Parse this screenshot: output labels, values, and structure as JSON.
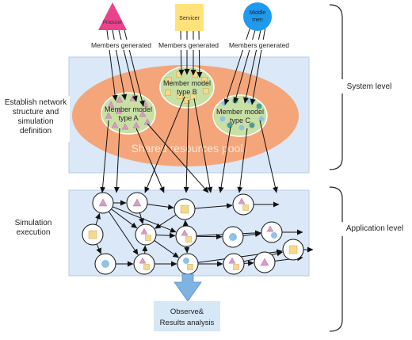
{
  "roles": {
    "producer": {
      "label": "Producer",
      "color": "#e9438c"
    },
    "servicer": {
      "label": "Servicer",
      "color": "#ffe27a"
    },
    "middlemen": {
      "line1": "Middle",
      "line2": "men",
      "color": "#1e9af0"
    }
  },
  "members_generated": [
    "Members generated",
    "Members generated",
    "Members generated"
  ],
  "pool": {
    "label": "Shared resources pool",
    "type_a": {
      "line1": "Member model",
      "line2": "type A"
    },
    "type_b": {
      "line1": "Member model",
      "line2": "type B"
    },
    "type_c": {
      "line1": "Member model",
      "line2": "type C"
    }
  },
  "left_labels": {
    "establish": "Establish network structure and simulation definition",
    "simulation": "Simulation execution"
  },
  "right_labels": {
    "system": "System level",
    "application": "Application level"
  },
  "observe": {
    "line1": "Observe&",
    "line2": "Results analysis"
  },
  "colors": {
    "panel": "#dae8f7",
    "pool": "#f4a57a",
    "model": "#c8e0a4",
    "triangle": "#d99ac4",
    "square": "#f6d98a",
    "circle": "#8ec3e6",
    "teal_dot": "#4e9b94",
    "arrow": "#7fa7d6",
    "observe_box": "#d6e7f6"
  }
}
